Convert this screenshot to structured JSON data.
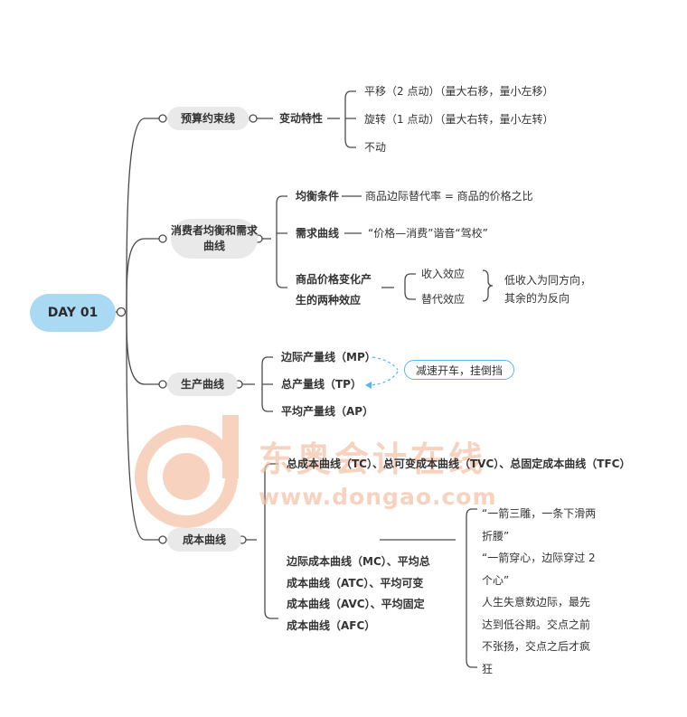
{
  "root": {
    "label": "DAY 01"
  },
  "branches": [
    {
      "label": "预算约束线",
      "sub": {
        "label": "变动特性",
        "leaves": [
          "平移（2 点动）（量大右移，量小左移）",
          "旋转（1 点动）（量大右转，量小左转）",
          "不动"
        ]
      }
    },
    {
      "label": "消费者均衡和需求曲线",
      "items": [
        {
          "label": "均衡条件",
          "detail": "商品边际替代率 = 商品的价格之比"
        },
        {
          "label": "需求曲线",
          "detail": "“价格—消费”谐音“驾校”"
        },
        {
          "label": "商品价格变化产生的两种效应",
          "effects": [
            "收入效应",
            "替代效应"
          ],
          "note": "低收入为同方向，其余的为反向"
        }
      ]
    },
    {
      "label": "生产曲线",
      "items": [
        "边际产量线（MP）",
        "总产量线（TP）",
        "平均产量线（AP）"
      ],
      "callout": "减速开车，挂倒挡"
    },
    {
      "label": "成本曲线",
      "items": [
        "总成本曲线（TC）、总可变成本曲线（TVC）、总固定成本曲线（TFC）",
        "边际成本曲线（MC）、平均总成本曲线（ATC）、平均可变成本曲线（AVC）、平均固定成本曲线（AFC）"
      ],
      "notes": [
        "“一箭三雕，一条下滑两折腰”",
        "“一箭穿心，边际穿过 2 个心”",
        "人生失意数边际，最先达到低谷期。交点之前不张扬，交点之后才疯狂"
      ]
    }
  ],
  "watermark": {
    "cn": "东奥会计在线",
    "url": "www.dongao.com"
  },
  "colors": {
    "line": "#4a4a4a",
    "accent": "#56b7e6",
    "root": "#aad9f3",
    "pill": "#e9e9e9",
    "watermark": "#f4c1a6"
  }
}
